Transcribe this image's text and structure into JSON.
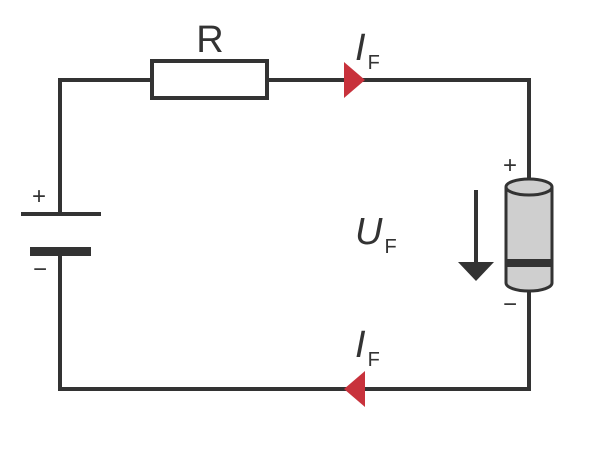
{
  "labels": {
    "resistor": "R",
    "current_top_main": "I",
    "current_top_sub": "F",
    "current_bottom_main": "I",
    "current_bottom_sub": "F",
    "voltage_main": "U",
    "voltage_sub": "F",
    "battery_plus": "+",
    "battery_minus": "−",
    "diode_plus": "+",
    "diode_minus": "−"
  },
  "colors": {
    "wire": "#333333",
    "arrow": "#c8323c",
    "diode_body": "#cfcfcf",
    "background": "#ffffff"
  }
}
